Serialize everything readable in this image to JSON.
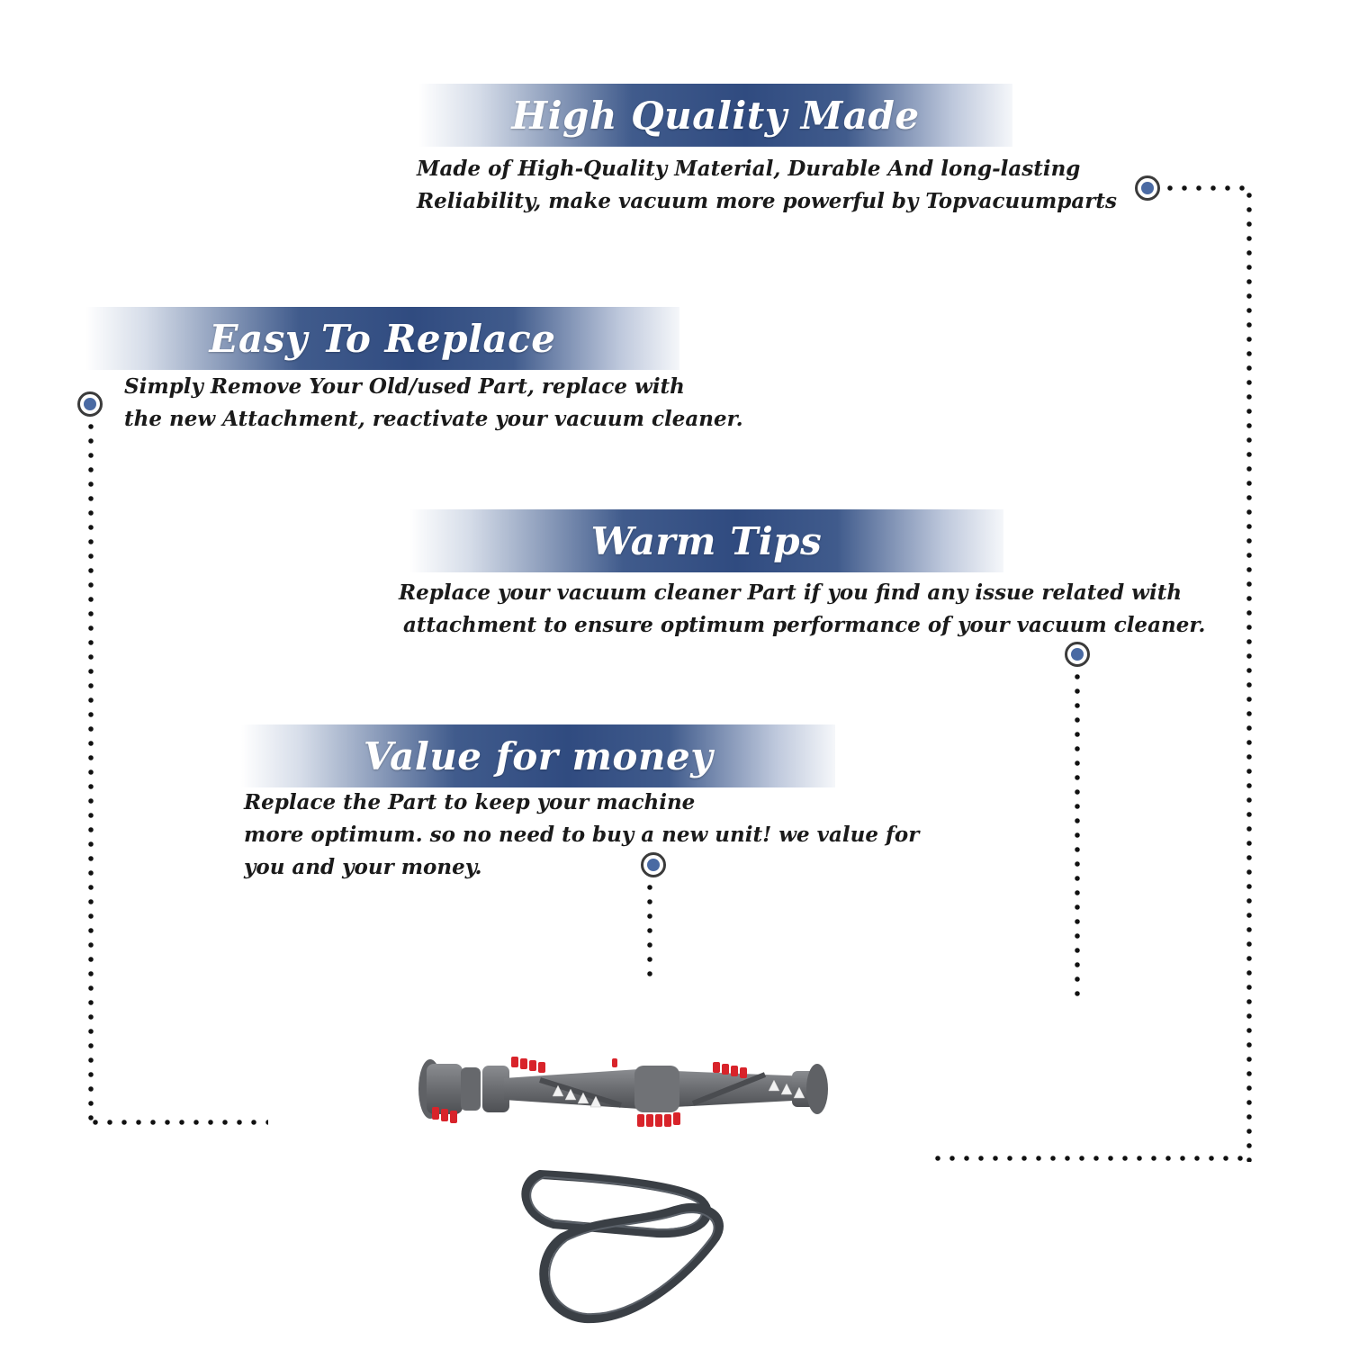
{
  "sections": [
    {
      "title": "High Quality Made",
      "lines": [
        "Made of  High-Quality Material, Durable And long-lasting",
        "Reliability, make vacuum more powerful by Topvacuumparts"
      ]
    },
    {
      "title": "Easy To Replace",
      "lines": [
        "Simply Remove Your Old/used Part, replace with",
        "the new Attachment, reactivate your vacuum cleaner."
      ]
    },
    {
      "title": "Warm Tips",
      "lines": [
        "Replace your vacuum cleaner Part if you find any issue related with",
        "attachment to ensure optimum performance of your vacuum cleaner."
      ]
    },
    {
      "title": "Value for money",
      "lines": [
        "Replace the Part to keep your machine",
        "more optimum. so no need to buy a new unit! we value for",
        "you and your money."
      ]
    }
  ],
  "colors": {
    "banner_blue": "#304b80",
    "marker_blue": "#4a6aa3",
    "text": "#1a1a1a",
    "brush_gray": "#6f7175",
    "bristle_red": "#d8232a",
    "belt_dark": "#3a3f45"
  },
  "icons": {
    "marker": "target-dot-icon",
    "product": "brush-roll-and-belts-image"
  }
}
